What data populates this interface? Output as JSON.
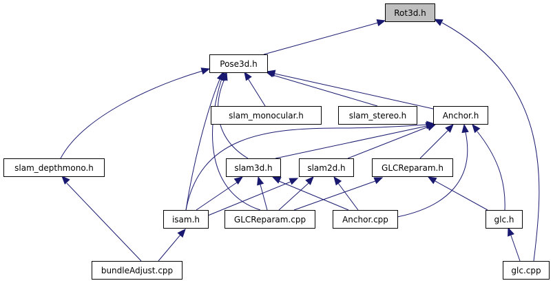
{
  "diagram": {
    "type": "include-dependency-graph",
    "root": "Rot3d.h",
    "edge_color": "#191970",
    "root_fill": "#bfbfbf",
    "nodes": [
      {
        "id": "rot3d",
        "label": "Rot3d.h",
        "root": true
      },
      {
        "id": "pose3d",
        "label": "Pose3d.h"
      },
      {
        "id": "slam_monocular",
        "label": "slam_monocular.h"
      },
      {
        "id": "slam_stereo",
        "label": "slam_stereo.h"
      },
      {
        "id": "anchor_h",
        "label": "Anchor.h"
      },
      {
        "id": "slam_depthmono",
        "label": "slam_depthmono.h"
      },
      {
        "id": "slam3d",
        "label": "slam3d.h"
      },
      {
        "id": "slam2d",
        "label": "slam2d.h"
      },
      {
        "id": "glcreparam_h",
        "label": "GLCReparam.h"
      },
      {
        "id": "isam",
        "label": "isam.h"
      },
      {
        "id": "glcreparam_cpp",
        "label": "GLCReparam.cpp"
      },
      {
        "id": "anchor_cpp",
        "label": "Anchor.cpp"
      },
      {
        "id": "glc_h",
        "label": "glc.h"
      },
      {
        "id": "bundleadjust",
        "label": "bundleAdjust.cpp"
      },
      {
        "id": "glc_cpp",
        "label": "glc.cpp"
      }
    ],
    "edges": [
      {
        "from": "pose3d",
        "to": "rot3d"
      },
      {
        "from": "glc_cpp",
        "to": "rot3d"
      },
      {
        "from": "slam_depthmono",
        "to": "pose3d"
      },
      {
        "from": "isam",
        "to": "pose3d"
      },
      {
        "from": "glcreparam_cpp",
        "to": "pose3d"
      },
      {
        "from": "slam3d",
        "to": "pose3d"
      },
      {
        "from": "slam_monocular",
        "to": "pose3d"
      },
      {
        "from": "slam_stereo",
        "to": "pose3d"
      },
      {
        "from": "anchor_h",
        "to": "pose3d"
      },
      {
        "from": "isam",
        "to": "anchor_h"
      },
      {
        "from": "slam3d",
        "to": "anchor_h"
      },
      {
        "from": "slam2d",
        "to": "anchor_h"
      },
      {
        "from": "glcreparam_h",
        "to": "anchor_h"
      },
      {
        "from": "anchor_cpp",
        "to": "anchor_h"
      },
      {
        "from": "glc_h",
        "to": "anchor_h"
      },
      {
        "from": "bundleadjust",
        "to": "slam_depthmono"
      },
      {
        "from": "isam",
        "to": "slam3d"
      },
      {
        "from": "glcreparam_cpp",
        "to": "slam3d"
      },
      {
        "from": "anchor_cpp",
        "to": "slam3d"
      },
      {
        "from": "isam",
        "to": "slam2d"
      },
      {
        "from": "glcreparam_cpp",
        "to": "slam2d"
      },
      {
        "from": "anchor_cpp",
        "to": "slam2d"
      },
      {
        "from": "glcreparam_cpp",
        "to": "glcreparam_h"
      },
      {
        "from": "glc_h",
        "to": "glcreparam_h"
      },
      {
        "from": "bundleadjust",
        "to": "isam"
      },
      {
        "from": "glc_cpp",
        "to": "glc_h"
      }
    ]
  }
}
